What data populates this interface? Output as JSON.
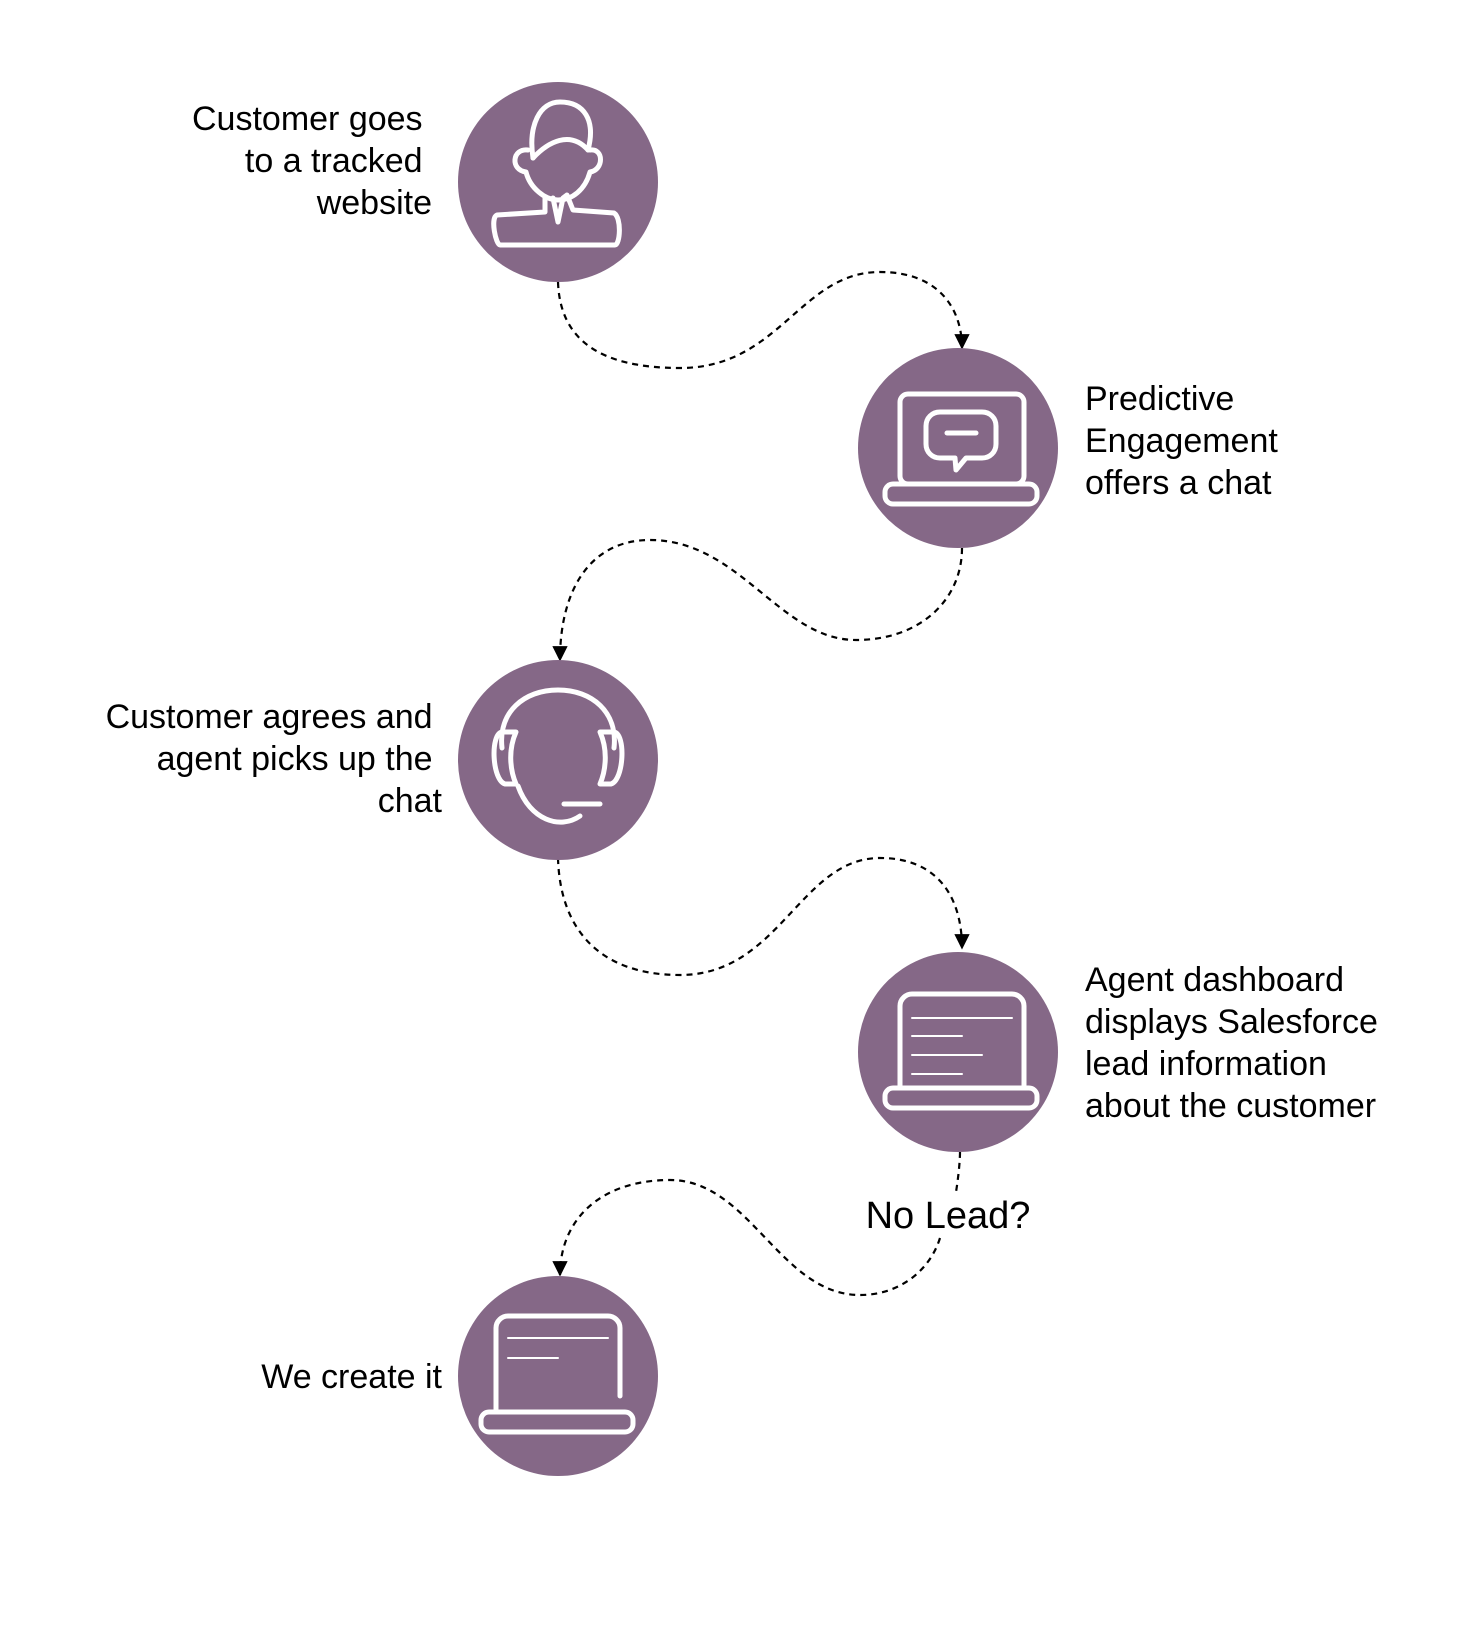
{
  "colors": {
    "node_fill": "#856887",
    "icon_color": "#ffffff",
    "connector_color": "#000000",
    "text_color": "#000000",
    "background": "#ffffff"
  },
  "steps": [
    {
      "id": "step-1",
      "icon": "customer-person-icon",
      "lines": [
        "Customer goes",
        "to a tracked",
        "website"
      ]
    },
    {
      "id": "step-2",
      "icon": "laptop-chat-icon",
      "lines": [
        "Predictive",
        "Engagement",
        "offers a chat"
      ]
    },
    {
      "id": "step-3",
      "icon": "headset-icon",
      "lines": [
        "Customer agrees and",
        "agent picks up the",
        "chat"
      ]
    },
    {
      "id": "step-4",
      "icon": "laptop-dashboard-icon",
      "lines": [
        "Agent dashboard",
        "displays Salesforce",
        "lead information",
        "about the customer"
      ]
    },
    {
      "id": "step-5",
      "icon": "laptop-create-icon",
      "lines": [
        "We create it"
      ]
    }
  ],
  "connectors": [
    {
      "from": "step-1",
      "to": "step-2"
    },
    {
      "from": "step-2",
      "to": "step-3"
    },
    {
      "from": "step-3",
      "to": "step-4"
    },
    {
      "from": "step-4",
      "to": "step-5",
      "label": "No Lead?"
    }
  ]
}
